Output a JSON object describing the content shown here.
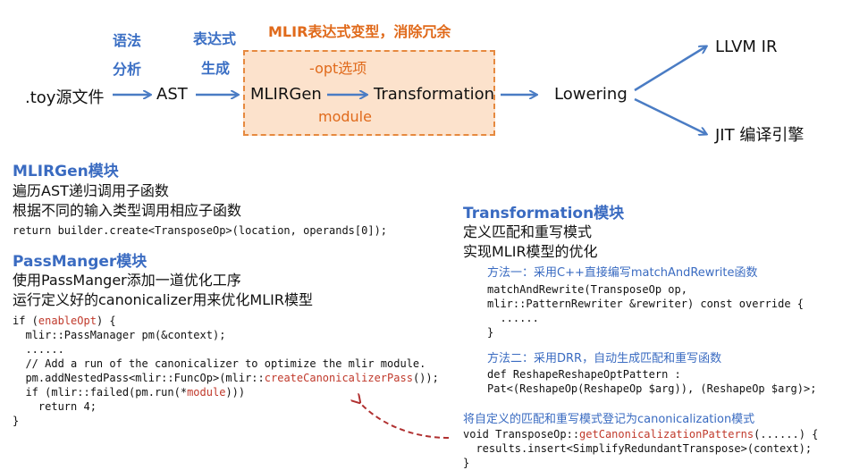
{
  "flow": {
    "toy_source": ".toy源文件",
    "ast": "AST",
    "mlirgen": "MLIRGen",
    "transformation": "Transformation",
    "lowering": "Lowering",
    "llvm_ir": "LLVM IR",
    "jit": "JIT 编译引擎",
    "label_parse_1": "语法",
    "label_parse_2": "分析",
    "label_gen_1": "表达式",
    "label_gen_2": "生成",
    "box_title": "MLIR表达式变型，消除冗余",
    "opt_option": "-opt选项",
    "module": "module"
  },
  "mlirgen_section": {
    "title": "MLIRGen模块",
    "line1": "遍历AST递归调用子函数",
    "line2": "根据不同的输入类型调用相应子函数",
    "code": "return builder.create<TransposeOp>(location, operands[0]);"
  },
  "passmanager_section": {
    "title": "PassManger模块",
    "line1": "使用PassManger添加一道优化工序",
    "line2": "运行定义好的canonicalizer用来优化MLIR模型",
    "code": {
      "l1_a": "if (",
      "l1_b": "enableOpt",
      "l1_c": ") {",
      "l2": "  mlir::PassManager pm(&context);",
      "l3": "  ......",
      "l4": "  // Add a run of the canonicalizer to optimize the mlir module.",
      "l5_a": "  pm.addNestedPass<mlir::FuncOp>(mlir::",
      "l5_b": "createCanonicalizerPass",
      "l5_c": "());",
      "l6_a": "  if (mlir::failed(pm.run(*",
      "l6_b": "module",
      "l6_c": ")))",
      "l7": "    return 4;",
      "l8": "}"
    }
  },
  "transformation_section": {
    "title": "Transformation模块",
    "line1": "定义匹配和重写模式",
    "line2": "实现MLIR模型的优化",
    "method1": "方法一：采用C++直接编写matchAndRewrite函数",
    "method1_code": {
      "l1": "matchAndRewrite(TransposeOp op,",
      "l2": "mlir::PatternRewriter &rewriter) const override {",
      "l3": "  ......",
      "l4": "}"
    },
    "method2": "方法二：采用DRR，自动生成匹配和重写函数",
    "method2_code": {
      "l1": "def ReshapeReshapeOptPattern :",
      "l2": "Pat<(ReshapeOp(ReshapeOp $arg)), (ReshapeOp $arg)>;"
    },
    "register_note": "将自定义的匹配和重写模式登记为canonicalization模式",
    "register_code": {
      "l1_a": "void TransposeOp::",
      "l1_b": "getCanonicalizationPatterns",
      "l1_c": "(......) {",
      "l2": "  results.insert<SimplifyRedundantTranspose>(context);",
      "l3": "}"
    }
  },
  "colors": {
    "blue_label": "#3b6fc4",
    "orange": "#e06a1b",
    "box_fill": "#fce2cc",
    "code_red": "#c0392b"
  }
}
